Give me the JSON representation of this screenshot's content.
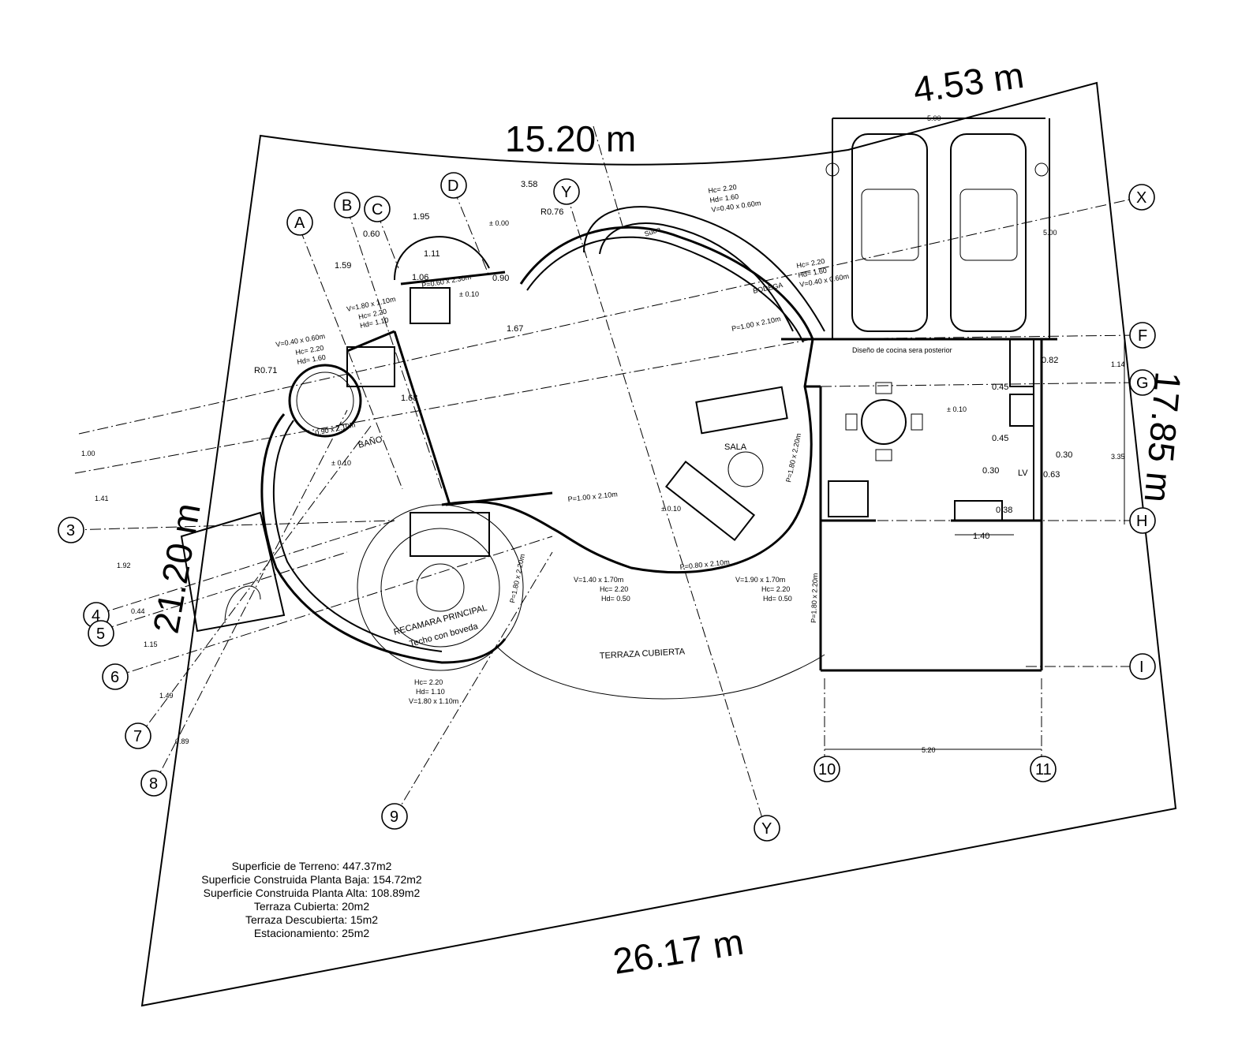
{
  "boundary": {
    "top": "15.20 m",
    "top_right": "4.53 m",
    "right": "17.85 m",
    "left": "21.20 m",
    "bottom": "26.17 m"
  },
  "grid_letters": [
    "A",
    "B",
    "C",
    "D",
    "Y",
    "X",
    "F",
    "G",
    "H",
    "I",
    "Y"
  ],
  "grid_numbers": [
    "3",
    "4",
    "5",
    "6",
    "7",
    "8",
    "9",
    "10",
    "11"
  ],
  "rooms": {
    "sala": "SALA",
    "bano": "BAÑO",
    "bodega": "BODEGA",
    "recamara": "RECAMARA PRINCIPAL",
    "recamara_note": "Techo con boveda",
    "terraza": "TERRAZA CUBIERTA",
    "cocina_note": "Diseño de cocina sera posterior",
    "lv": "LV",
    "sube": "Sube"
  },
  "openings": {
    "v_bedroom": [
      "Hc= 2.20",
      "Hd= 1.10",
      "V=1.80 x 1.10m"
    ],
    "v_sala_left": [
      "V=1.40 x 1.70m",
      "Hc= 2.20",
      "Hd= 0.50"
    ],
    "v_sala_right": [
      "V=1.90 x 1.70m",
      "Hc= 2.20",
      "Hd= 0.50"
    ],
    "v_stair": [
      "Hc= 2.20",
      "Hd= 1.60",
      "V=0.40 x 0.60m"
    ],
    "v_bodega": [
      "Hc= 2.20",
      "Hd= 1.60",
      "V=0.40 x 0.60m"
    ],
    "v_bath": [
      "V=0.40 x 0.60m",
      "Hc= 2.20",
      "Hd= 1.60"
    ],
    "v_hall": [
      "V=1.80 x 1.10m",
      "Hc= 2.20",
      "Hd= 1.10"
    ],
    "p_sala": "P=1.00 x 2.10m",
    "p_top": "P=1.00 x 2.10m",
    "p_terr1": "P=1.80 x 2.20m",
    "p_terr2": "P=1.80 x 2.20m",
    "p_bath": "P=0.80 x 2.10m",
    "p_bano2": "0.90 x 2.10m",
    "p_small": "P=1.80 x 2.20m",
    "p_hall": "P=0.60 x 2.30m"
  },
  "dims": {
    "d358": "3.58",
    "d195": "1.95",
    "d060": "0.60",
    "d159": "1.59",
    "d111": "1.11",
    "d106": "1.06",
    "d090": "0.90",
    "d167": "1.67",
    "d168": "1.68",
    "r076": "R0.76",
    "r071": "R0.71",
    "d100": "1.00",
    "d141": "1.41",
    "d192": "1.92",
    "d044": "0.44",
    "d115": "1.15",
    "d149": "1.49",
    "d089": "0.89",
    "d500a": "5.00",
    "d500b": "5.00",
    "d082": "0.82",
    "d114": "1.14",
    "d045a": "0.45",
    "d045b": "0.45",
    "d335": "3.35",
    "d030": "0.30",
    "d030b": "0.30",
    "d063": "0.63",
    "d038": "0.38",
    "d140": "1.40",
    "d520": "5.20",
    "lvl010a": "± 0.10",
    "lvl010b": "± 0.10",
    "lvl010c": "± 0.10",
    "lvl000": "± 0.00",
    "lvl010d": "± 0.10"
  },
  "summary": [
    "Superficie de Terreno: 447.37m2",
    "Superficie Construida Planta Baja: 154.72m2",
    "Superficie Construida Planta Alta: 108.89m2",
    "Terraza Cubierta: 20m2",
    "Terraza Descubierta: 15m2",
    "Estacionamiento: 25m2"
  ]
}
